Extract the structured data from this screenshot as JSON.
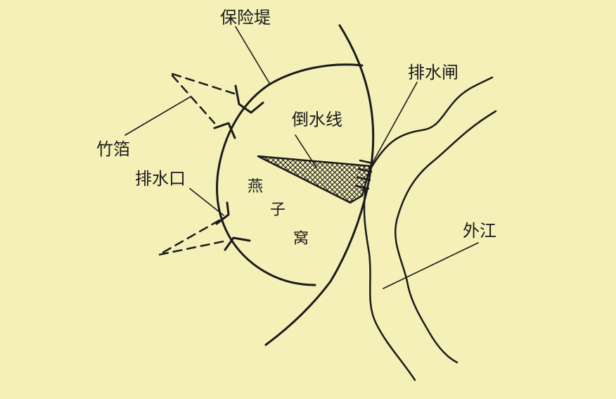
{
  "labels": {
    "embankment": "保险堤",
    "sluice_gate": "排水闸",
    "bamboo_trap": "竹箔",
    "reverse_water_net": "倒水线",
    "drain_outlet": "排水口",
    "outer_river": "外江",
    "enclosure_1": "燕",
    "enclosure_2": "子",
    "enclosure_3": "窝"
  },
  "colors": {
    "background": "#f4f0b8",
    "ink": "#1a1a1a"
  }
}
